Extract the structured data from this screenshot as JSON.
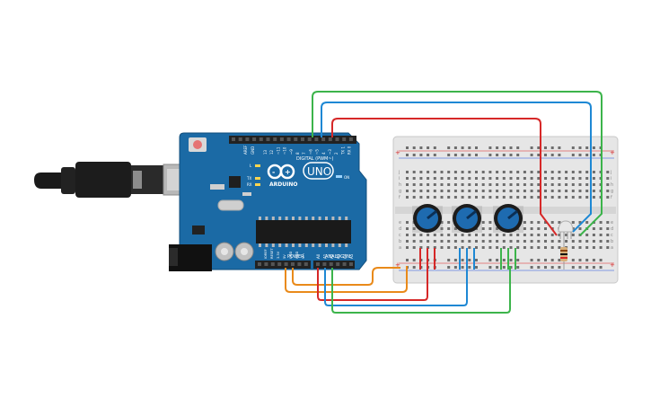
{
  "board": {
    "brand": "ARDUINO",
    "model": "UNO",
    "digital_header": "DIGITAL (PWM~)",
    "power_header": "POWER",
    "analog_header": "ANALOG IN",
    "on_label": "ON",
    "l_label": "L",
    "tx_label": "TX",
    "rx_label": "RX",
    "aref_label": "AREF",
    "gnd_label": "GND",
    "digital_pins": [
      "13",
      "12",
      "~11",
      "~10",
      "~9",
      "8",
      "7",
      "~6",
      "~5",
      "4",
      "~3",
      "2",
      "TX 1",
      "RX 0"
    ],
    "power_pins": [
      "IOREF",
      "RESET",
      "3.3V",
      "5V",
      "GND",
      "GND",
      "Vin"
    ],
    "analog_pins": [
      "A0",
      "A1",
      "A2",
      "A3",
      "A4",
      "A5"
    ]
  },
  "breadboard": {
    "row_letters_top": [
      "j",
      "i",
      "h",
      "g",
      "f"
    ],
    "row_letters_bottom": [
      "e",
      "d",
      "c",
      "b",
      "a"
    ],
    "plus_label": "+",
    "minus_label": "-"
  },
  "colors": {
    "board": "#1b6aa5",
    "wire_green": "#3cb44b",
    "wire_blue": "#1e88d4",
    "wire_red": "#d62828",
    "wire_orange": "#e98a1a"
  }
}
